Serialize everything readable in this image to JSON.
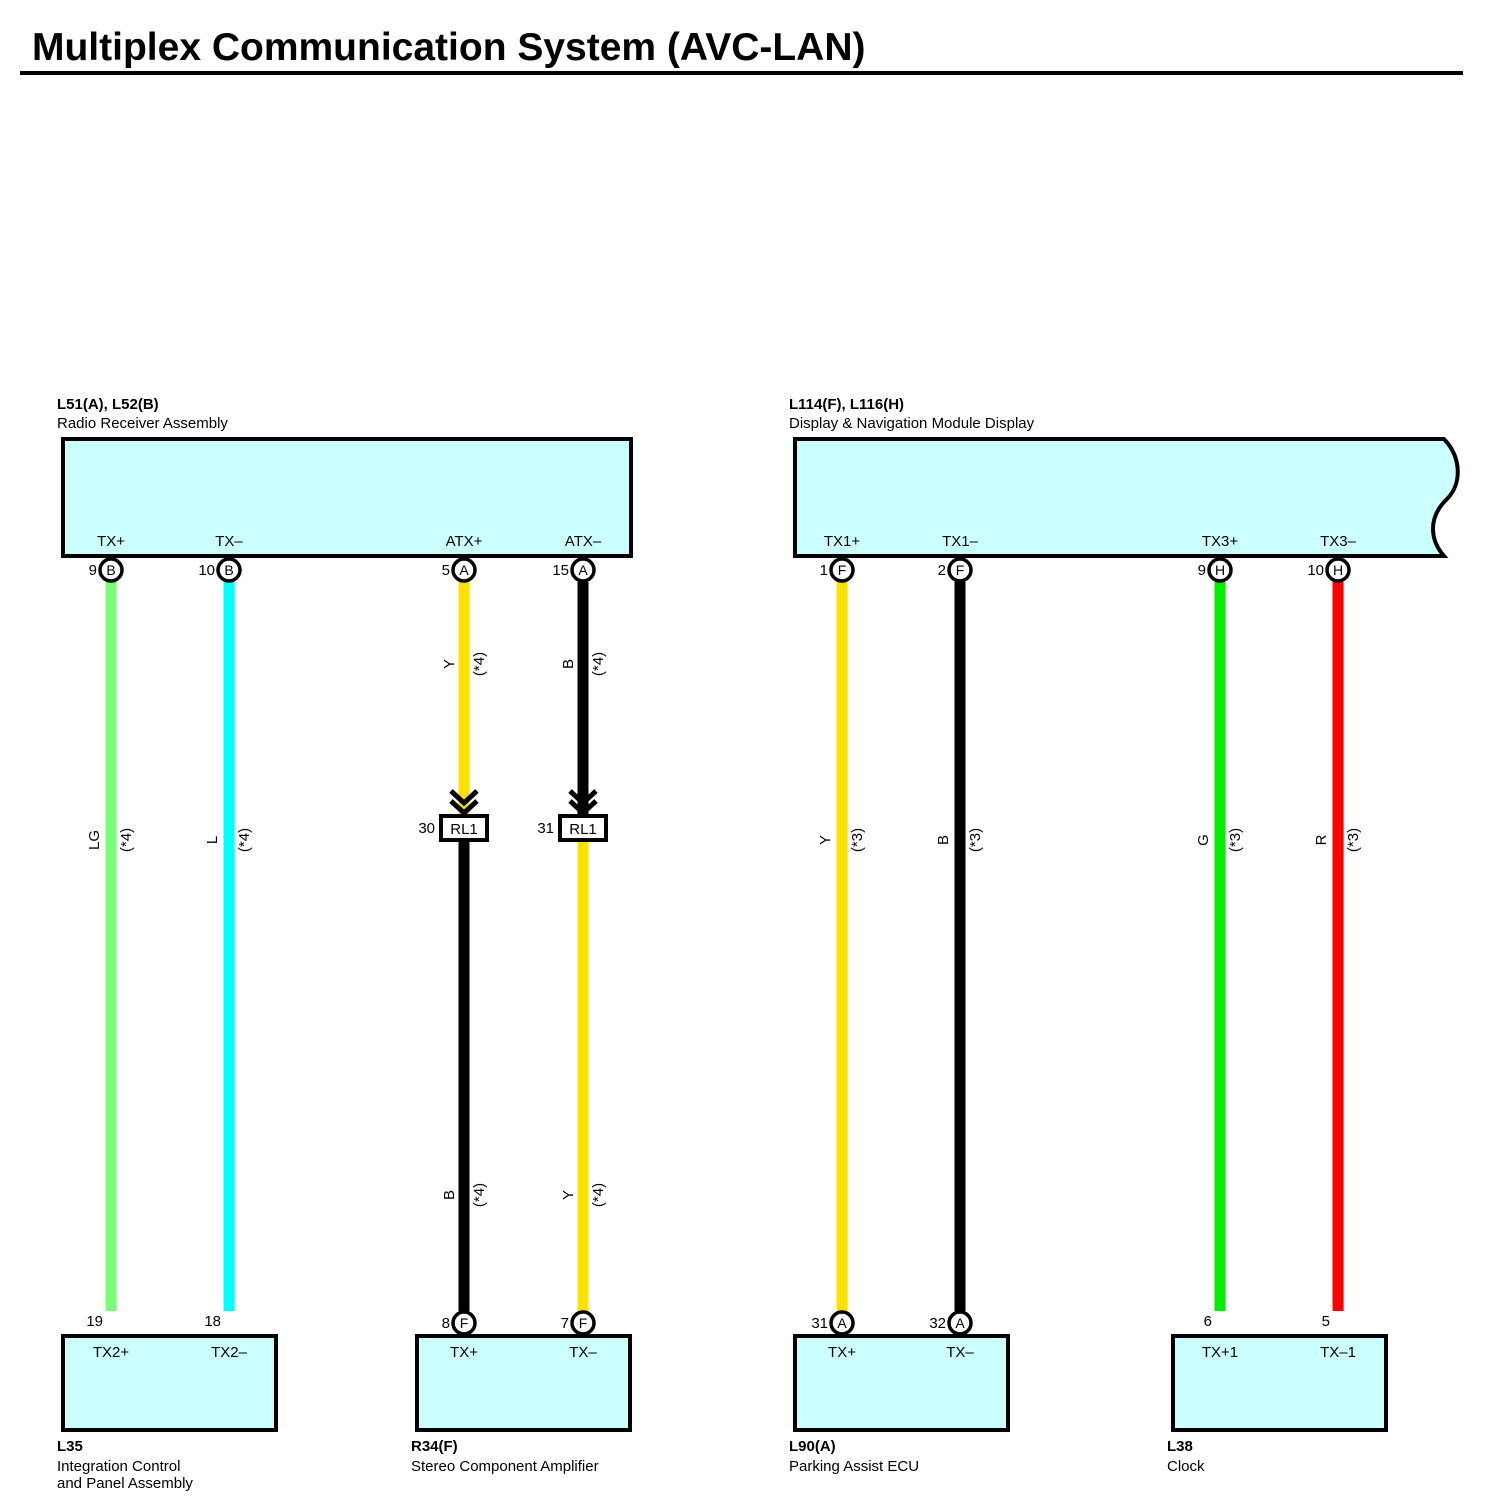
{
  "title": "Multiplex Communication System (AVC-LAN)",
  "colors": {
    "box_fill": "#ccffff",
    "LG": "#77ff77",
    "L": "#00ffff",
    "Y": "#ffe100",
    "B": "#000000",
    "G": "#00ee00",
    "R": "#ff0000"
  },
  "components": {
    "radio": {
      "code": "L51(A), L52(B)",
      "name": "Radio Receiver Assembly"
    },
    "display": {
      "code": "L114(F), L116(H)",
      "name": "Display & Navigation Module Display"
    },
    "integration": {
      "code": "L35",
      "name_line1": "Integration Control",
      "name_line2": "and Panel Assembly"
    },
    "amplifier": {
      "code": "R34(F)",
      "name": "Stereo Component Amplifier"
    },
    "parking": {
      "code": "L90(A)",
      "name": "Parking Assist ECU"
    },
    "clock": {
      "code": "L38",
      "name": "Clock"
    }
  },
  "top_terminals": [
    {
      "signal": "TX+",
      "pin": "9",
      "connector": "B"
    },
    {
      "signal": "TX–",
      "pin": "10",
      "connector": "B"
    },
    {
      "signal": "ATX+",
      "pin": "5",
      "connector": "A"
    },
    {
      "signal": "ATX–",
      "pin": "15",
      "connector": "A"
    },
    {
      "signal": "TX1+",
      "pin": "1",
      "connector": "F"
    },
    {
      "signal": "TX1–",
      "pin": "2",
      "connector": "F"
    },
    {
      "signal": "TX3+",
      "pin": "9",
      "connector": "H"
    },
    {
      "signal": "TX3–",
      "pin": "10",
      "connector": "H"
    }
  ],
  "bottom_terminals": [
    {
      "signal": "TX2+",
      "pin": "19",
      "connector": ""
    },
    {
      "signal": "TX2–",
      "pin": "18",
      "connector": ""
    },
    {
      "signal": "TX+",
      "pin": "8",
      "connector": "F"
    },
    {
      "signal": "TX–",
      "pin": "7",
      "connector": "F"
    },
    {
      "signal": "TX+",
      "pin": "31",
      "connector": "A"
    },
    {
      "signal": "TX–",
      "pin": "32",
      "connector": "A"
    },
    {
      "signal": "TX+1",
      "pin": "6",
      "connector": ""
    },
    {
      "signal": "TX–1",
      "pin": "5",
      "connector": ""
    }
  ],
  "wires": [
    {
      "color": "LG",
      "note": "(*4)"
    },
    {
      "color": "L",
      "note": "(*4)"
    },
    {
      "color": "Y",
      "note": "(*4)",
      "lower_color": "B",
      "lower_note": "(*4)"
    },
    {
      "color": "B",
      "note": "(*4)",
      "lower_color": "Y",
      "lower_note": "(*4)"
    },
    {
      "color": "Y",
      "note": "(*3)"
    },
    {
      "color": "B",
      "note": "(*3)"
    },
    {
      "color": "G",
      "note": "(*3)"
    },
    {
      "color": "R",
      "note": "(*3)"
    }
  ],
  "junctions": [
    {
      "pin": "30",
      "label": "RL1"
    },
    {
      "pin": "31",
      "label": "RL1"
    }
  ]
}
